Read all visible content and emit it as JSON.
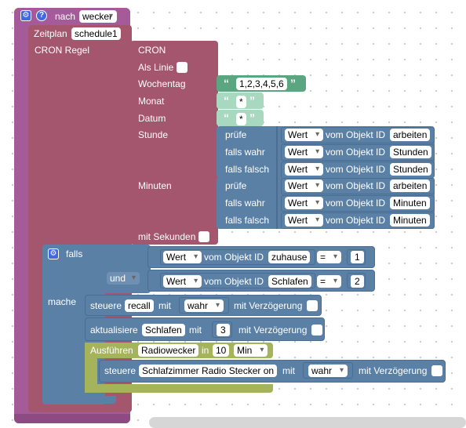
{
  "event_block": {
    "label": "nach",
    "variable": "wecker"
  },
  "schedule_block": {
    "label": "Zeitplan",
    "name": "schedule1",
    "cron_rule_label": "CRON Regel"
  },
  "cron_block": {
    "title": "CRON",
    "as_line_label": "Als Linie",
    "weekday_label": "Wochentag",
    "weekday_value": "1,2,3,4,5,6",
    "month_label": "Monat",
    "month_value": "*",
    "date_label": "Datum",
    "date_value": "*",
    "hour_label": "Stunde",
    "minutes_label": "Minuten",
    "seconds_label": "mit Sekunden"
  },
  "ternary": {
    "check": "prüfe",
    "if_true": "falls wahr",
    "if_false": "falls falsch",
    "value_label": "Wert",
    "from_object": "vom Objekt ID"
  },
  "hour_ternary": {
    "check_obj": "arbeiten",
    "true_obj": "Stunden",
    "false_obj": "Stunden"
  },
  "minute_ternary": {
    "check_obj": "arbeiten",
    "true_obj": "Minuten",
    "false_obj": "Minuten"
  },
  "if_block": {
    "if_label": "falls",
    "and_label": "und",
    "do_label": "mache",
    "cond1_obj": "zuhause",
    "cond1_op": "=",
    "cond1_val": "1",
    "cond2_obj": "Schlafen",
    "cond2_op": "=",
    "cond2_val": "2"
  },
  "control1": {
    "label": "steuere",
    "target": "recall",
    "with": "mit",
    "value": "wahr",
    "delay": "mit Verzögerung"
  },
  "update1": {
    "label": "aktualisiere",
    "target": "Schlafen",
    "with": "mit",
    "value": "3",
    "delay": "mit Verzögerung"
  },
  "timeout": {
    "label": "Ausführen",
    "name": "Radiowecker",
    "in": "in",
    "value": "10",
    "unit": "Min"
  },
  "control2": {
    "label": "steuere",
    "target": "Schlafzimmer Radio Stecker on",
    "with": "mit",
    "value": "wahr",
    "delay": "mit Verzögerung"
  },
  "colors": {
    "event": "#a55b99",
    "schedule": "#a5566f",
    "logic": "#5b80a5",
    "text": "#5ba580",
    "timeout": "#a5b35b"
  }
}
